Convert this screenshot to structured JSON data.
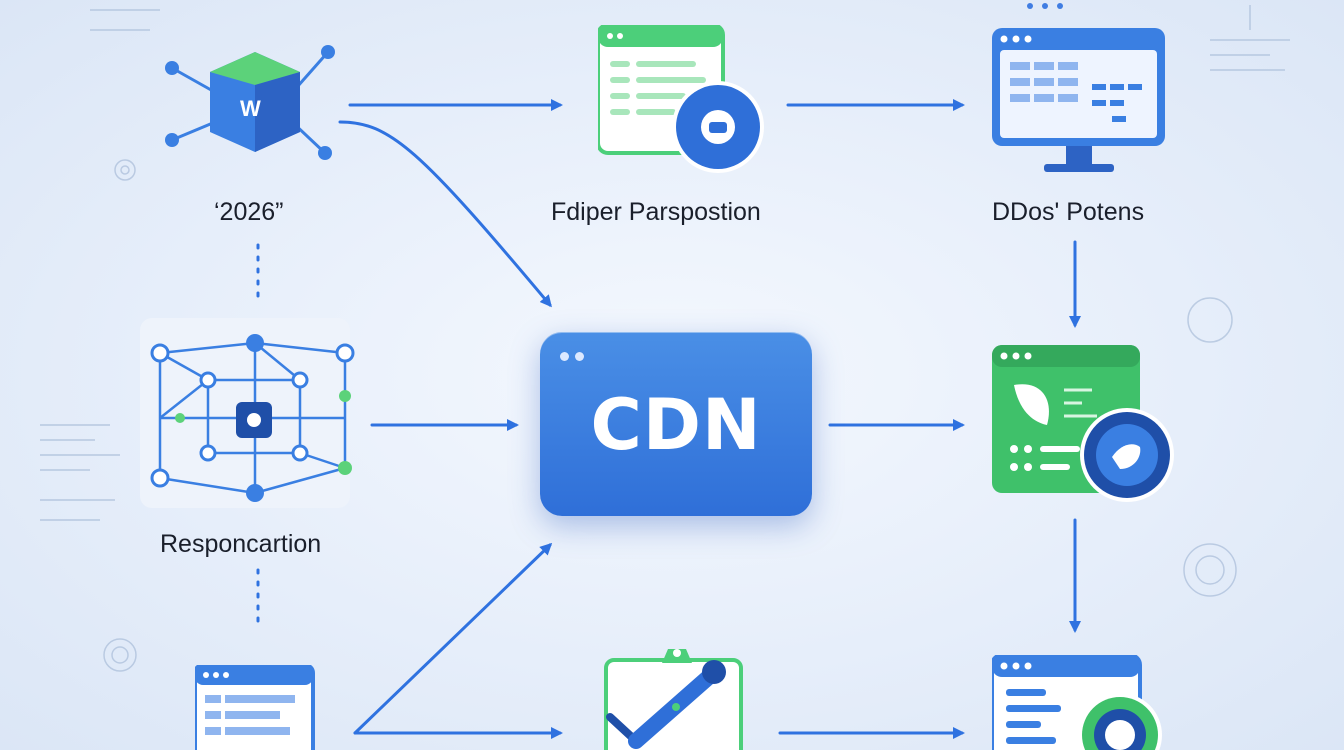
{
  "labels": {
    "year": "‘2026”",
    "top_middle": "Fdiper Parspostion",
    "top_right": "DDos' Potens",
    "left_middle": "Responcartion",
    "center": "CDN"
  },
  "colors": {
    "arrow": "#2f72e0",
    "primary_blue": "#3a7fe2",
    "green": "#3cc46a",
    "background": "#e6eefa"
  },
  "icons": {
    "top_left": "hexagon-network-icon",
    "top_middle": "webpage-lock-icon",
    "top_right": "monitor-dashboard-icon",
    "left_middle": "network-graph-icon",
    "right_middle": "green-panel-badge-icon",
    "bottom_left": "browser-window-icon",
    "bottom_middle": "clipboard-wrench-icon",
    "bottom_right": "dashboard-chart-icon"
  }
}
